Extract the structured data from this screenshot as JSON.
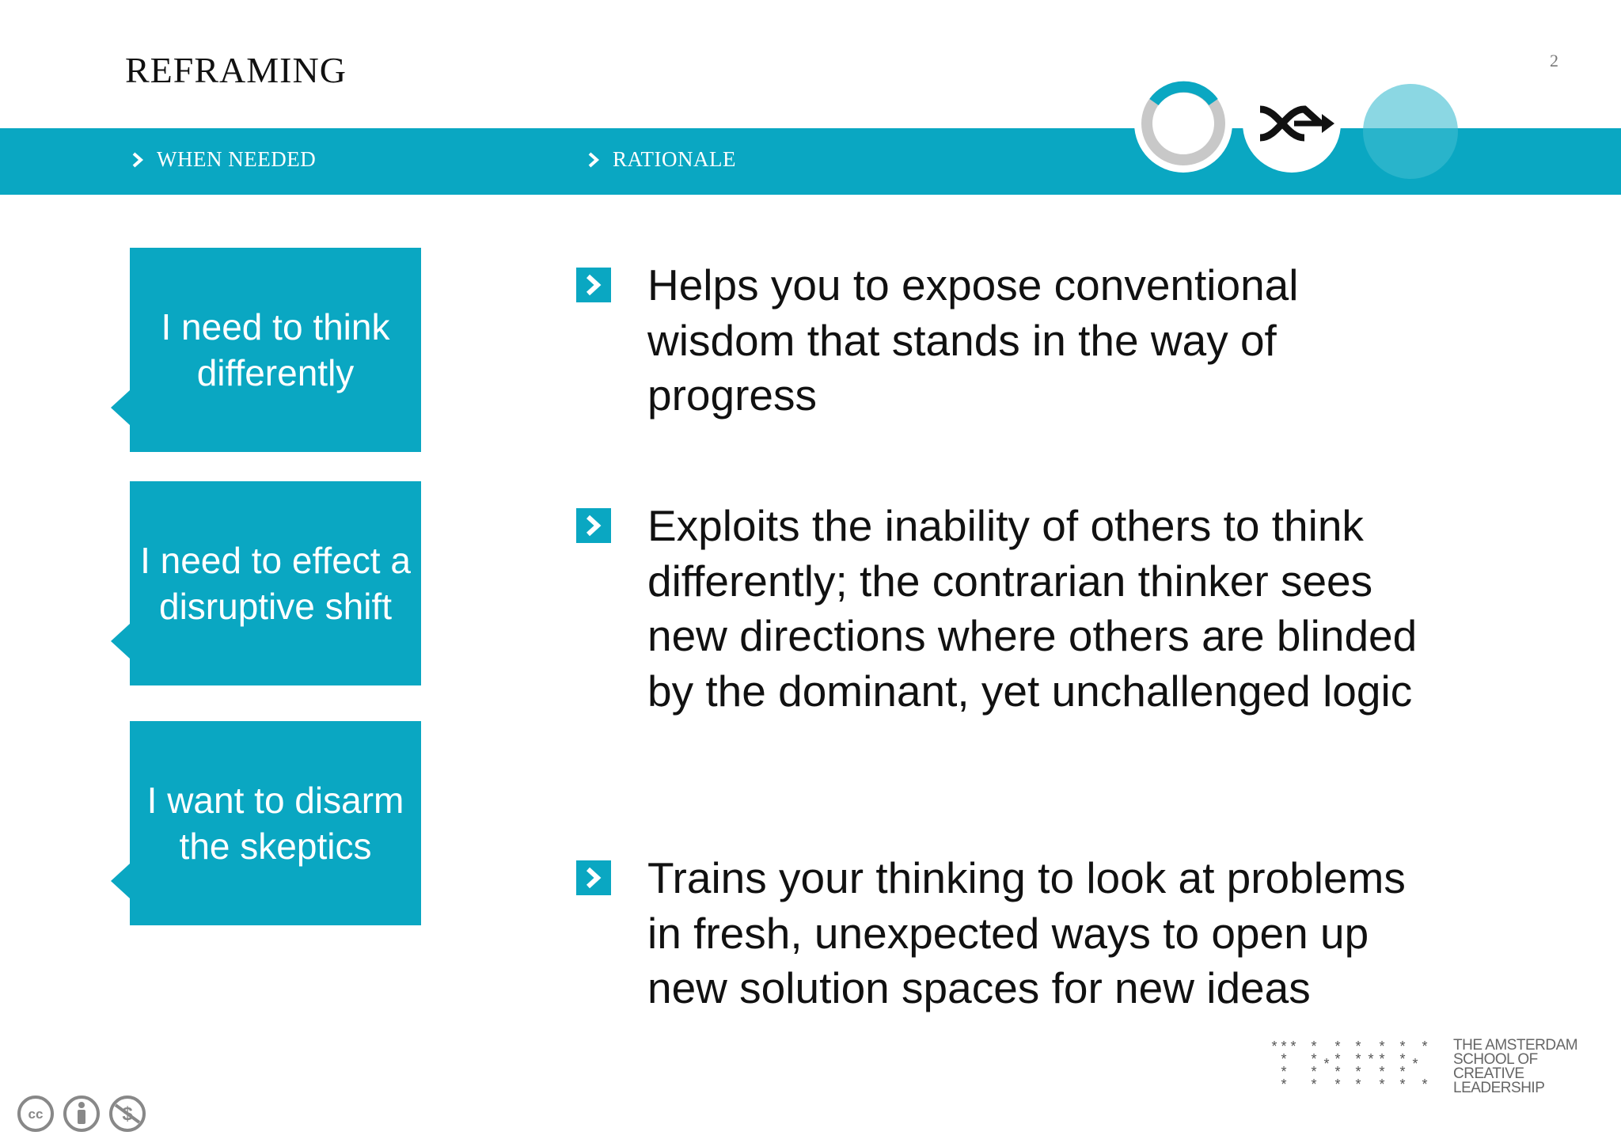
{
  "header": {
    "title": "REFRAMING",
    "page_number": "2",
    "band": {
      "col1_label": "WHEN NEEDED",
      "col2_label": "RATIONALE",
      "color": "#0aa7c2"
    },
    "logo_icons": [
      "progress-ring-icon",
      "shuffle-arrow-icon"
    ]
  },
  "when_needed": [
    {
      "text": "I need to think differently"
    },
    {
      "text": "I need to effect a disruptive shift"
    },
    {
      "text": "I want to disarm the skeptics"
    }
  ],
  "rationale": [
    {
      "text": "Helps you to expose conventional wisdom that stands in the way of progress"
    },
    {
      "text": "Exploits the inability of others to think differently; the contrarian thinker sees new directions where others are blinded by the dominant, yet unchallenged logic"
    },
    {
      "text": "Trains your thinking to look at problems in fresh, unexpected ways to open up new solution spaces for new ideas"
    }
  ],
  "footer": {
    "license_icons": [
      "cc-icon",
      "attribution-icon",
      "noncommercial-icon"
    ],
    "school": {
      "line1": "THE AMSTERDAM",
      "line2": "SCHOOL OF",
      "line3": "CREATIVE",
      "line4": "LEADERSHIP"
    }
  }
}
